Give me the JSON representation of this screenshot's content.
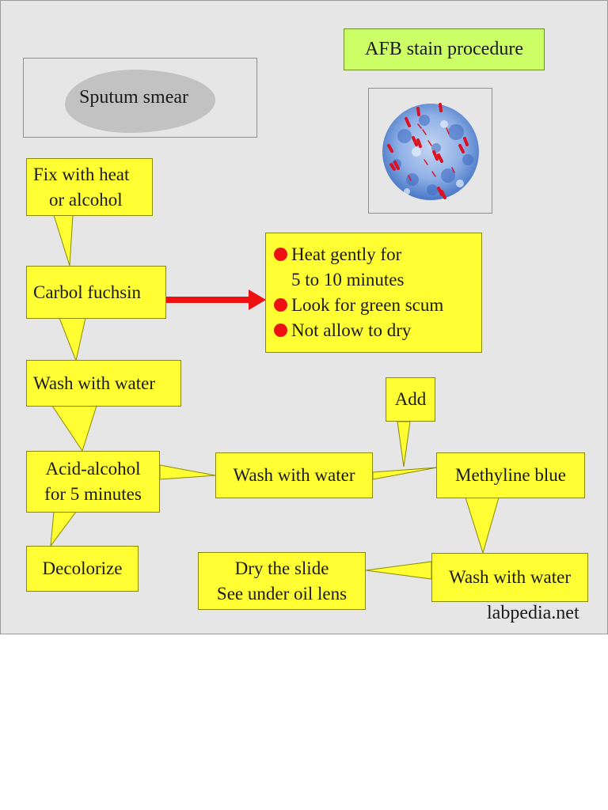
{
  "diagram": {
    "title": "AFB stain procedure",
    "smear_label": "Sputum smear",
    "steps": {
      "fix": [
        "Fix with heat",
        "or alcohol"
      ],
      "carbol": "Carbol fuchsin",
      "wash1": "Wash with water",
      "acid": [
        "Acid-alcohol",
        "for 5 minutes"
      ],
      "decolorize": "Decolorize",
      "wash2": "Wash with water",
      "add": "Add",
      "methylene": "Methyline blue",
      "wash3": "Wash with water",
      "dry": [
        "Dry the slide",
        "See under oil lens"
      ]
    },
    "notes": [
      "Heat gently for",
      "5 to 10 minutes",
      "Look for green scum",
      "Not allow to dry"
    ],
    "watermark": "labpedia.net",
    "colors": {
      "box": "#ffff33",
      "title_box": "#ccff66",
      "arrow": "#ee1111",
      "bullet": "#ee1111",
      "panel": "#e6e6e6",
      "stain_blue": "#4a78c8",
      "bacilli": "#dd1122"
    }
  }
}
